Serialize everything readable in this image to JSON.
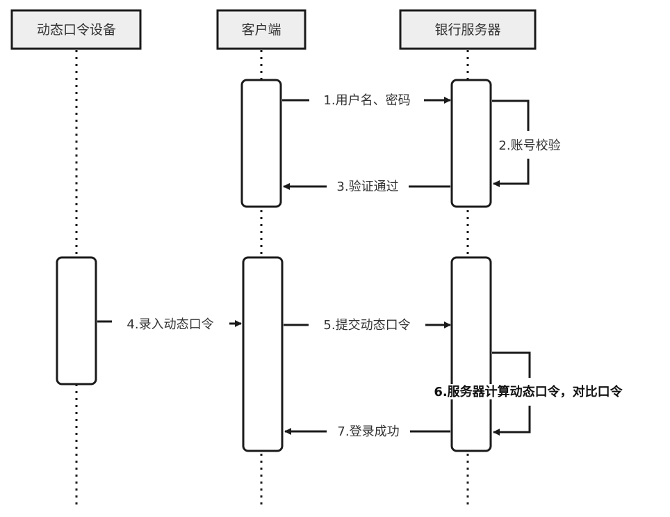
{
  "participants": [
    {
      "id": "token",
      "label": "动态口令设备"
    },
    {
      "id": "client",
      "label": "客户端"
    },
    {
      "id": "server",
      "label": "银行服务器"
    }
  ],
  "messages": [
    {
      "step": 1,
      "from": "client",
      "to": "server",
      "label": "1.用户名、密码",
      "bold": false
    },
    {
      "step": 2,
      "from": "server",
      "to": "server",
      "label": "2.账号校验",
      "bold": false
    },
    {
      "step": 3,
      "from": "server",
      "to": "client",
      "label": "3.验证通过",
      "bold": false
    },
    {
      "step": 4,
      "from": "token",
      "to": "client",
      "label": "4.录入动态口令",
      "bold": false
    },
    {
      "step": 5,
      "from": "client",
      "to": "server",
      "label": "5.提交动态口令",
      "bold": false
    },
    {
      "step": 6,
      "from": "server",
      "to": "server",
      "label": "6.服务器计算动态口令，对比口令",
      "bold": true
    },
    {
      "step": 7,
      "from": "server",
      "to": "client",
      "label": "7.登录成功",
      "bold": false
    }
  ],
  "colors": {
    "line": "#1a1a1a",
    "header_fill": "#eeeeee",
    "text": "#333333"
  }
}
